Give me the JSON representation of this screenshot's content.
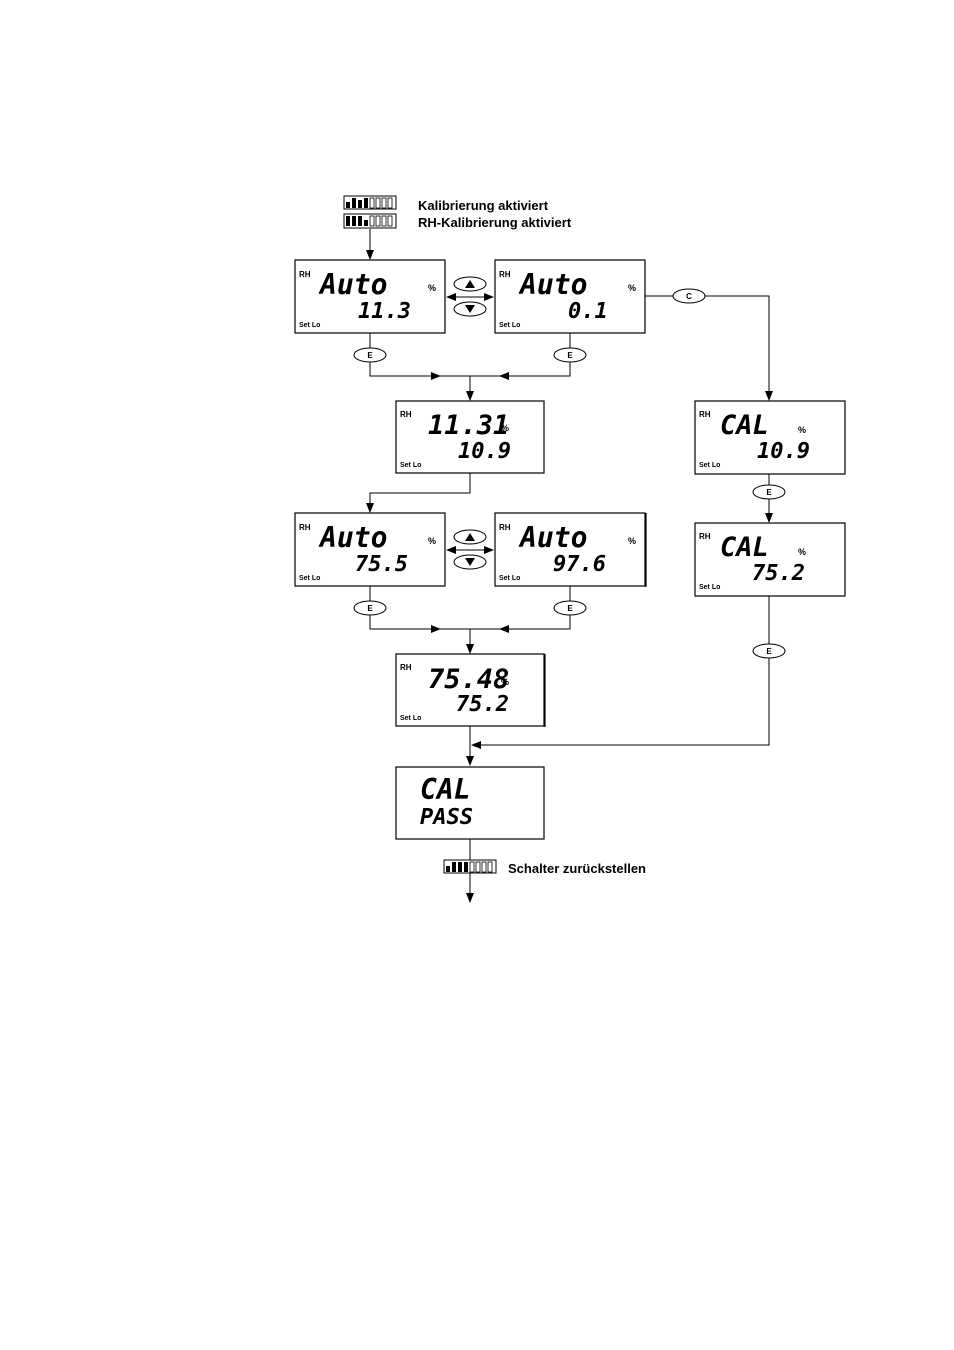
{
  "header": {
    "line1": "Kalibrierung aktiviert",
    "line2": "RH-Kalibrierung aktiviert"
  },
  "footer": {
    "label": "Schalter zurückstellen"
  },
  "buttons": {
    "enter": "E",
    "cancel": "C"
  },
  "displays": {
    "auto_low_a": {
      "tag": "RH",
      "main": "Auto",
      "unit": "%",
      "value": "11.3",
      "mode": "Set Lo"
    },
    "auto_low_b": {
      "tag": "RH",
      "main": "Auto",
      "unit": "%",
      "value": "0.1",
      "mode": "Set Lo"
    },
    "low_result": {
      "tag": "RH",
      "main": "11.31",
      "unit": "%",
      "value": "10.9",
      "mode": "Set Lo"
    },
    "cal_low": {
      "tag": "RH",
      "main": "CAL",
      "unit": "%",
      "value": "10.9",
      "mode": "Set Lo"
    },
    "auto_high_a": {
      "tag": "RH",
      "main": "Auto",
      "unit": "%",
      "value": "75.5",
      "mode": "Set Lo"
    },
    "auto_high_b": {
      "tag": "RH",
      "main": "Auto",
      "unit": "%",
      "value": "97.6",
      "mode": "Set Lo"
    },
    "cal_high": {
      "tag": "RH",
      "main": "CAL",
      "unit": "%",
      "value": "75.2",
      "mode": "Set Lo"
    },
    "high_result": {
      "tag": "RH",
      "main": "75.48",
      "unit": "%",
      "value": "75.2",
      "mode": "Set Lo"
    },
    "pass": {
      "main": "CAL",
      "value": "PASS"
    }
  }
}
